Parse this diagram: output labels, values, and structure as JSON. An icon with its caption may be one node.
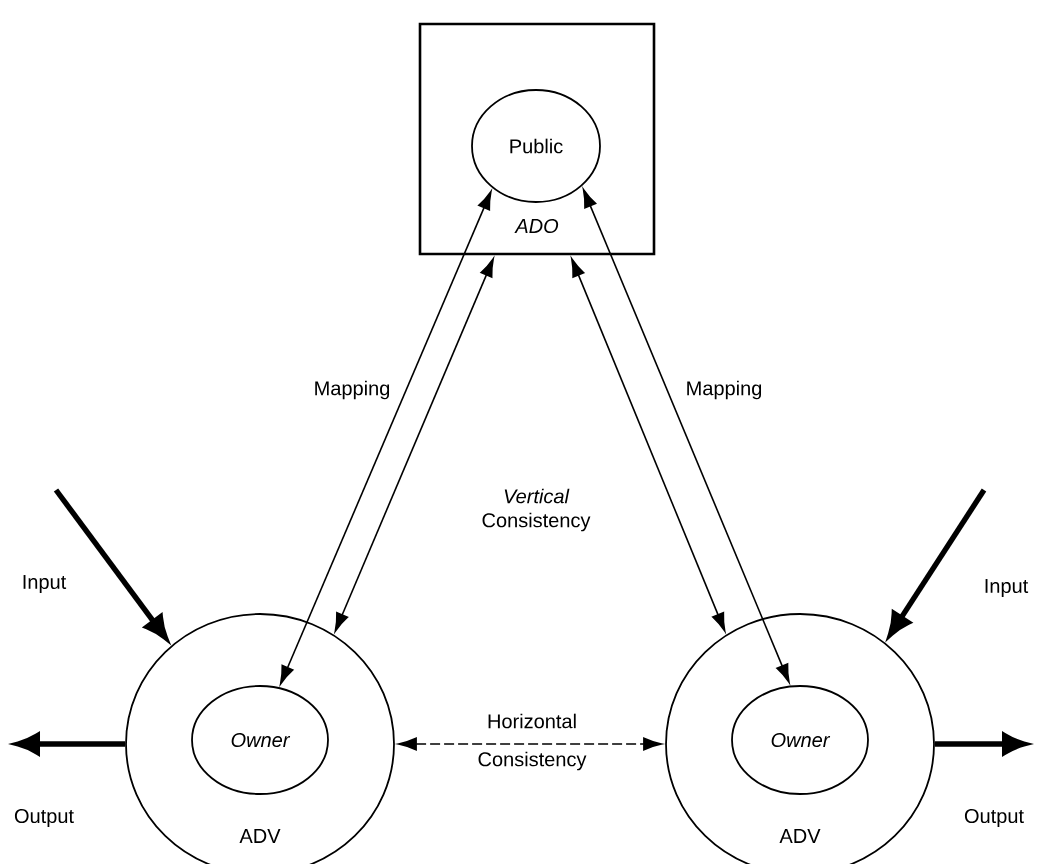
{
  "diagram": {
    "nodes": [
      {
        "text": [
          "ADO"
        ]
      },
      {
        "text": [
          "Public"
        ],
        "in": 0
      },
      {
        "text": [
          "ADV"
        ]
      },
      {
        "text": [
          "Owner"
        ],
        "in": 2
      },
      {
        "text": [
          "ADV"
        ]
      },
      {
        "text": [
          "Owner"
        ],
        "in": 4
      }
    ],
    "edges": [
      {
        "from": 1,
        "to": 3,
        "arrow": "both",
        "label": "Mapping"
      },
      {
        "from": 0,
        "to": 2,
        "arrow": "both"
      },
      {
        "from": 0,
        "to": 4,
        "arrow": "both"
      },
      {
        "from": 1,
        "to": 5,
        "arrow": "both",
        "label": "Mapping"
      },
      {
        "from": 2,
        "to": 4,
        "arrow": "both",
        "style": "dashed",
        "label": "Horizontal Consistency"
      },
      {
        "from": null,
        "to": 2,
        "arrow": "to",
        "style": "thick",
        "label": "Input"
      },
      {
        "from": 2,
        "to": null,
        "arrow": "to",
        "style": "thick",
        "label": "Output"
      },
      {
        "from": null,
        "to": 4,
        "arrow": "to",
        "style": "thick",
        "label": "Input"
      },
      {
        "from": 4,
        "to": null,
        "arrow": "to",
        "style": "thick",
        "label": "Output"
      }
    ],
    "labels": [
      "*Vertical* Consistency"
    ]
  }
}
